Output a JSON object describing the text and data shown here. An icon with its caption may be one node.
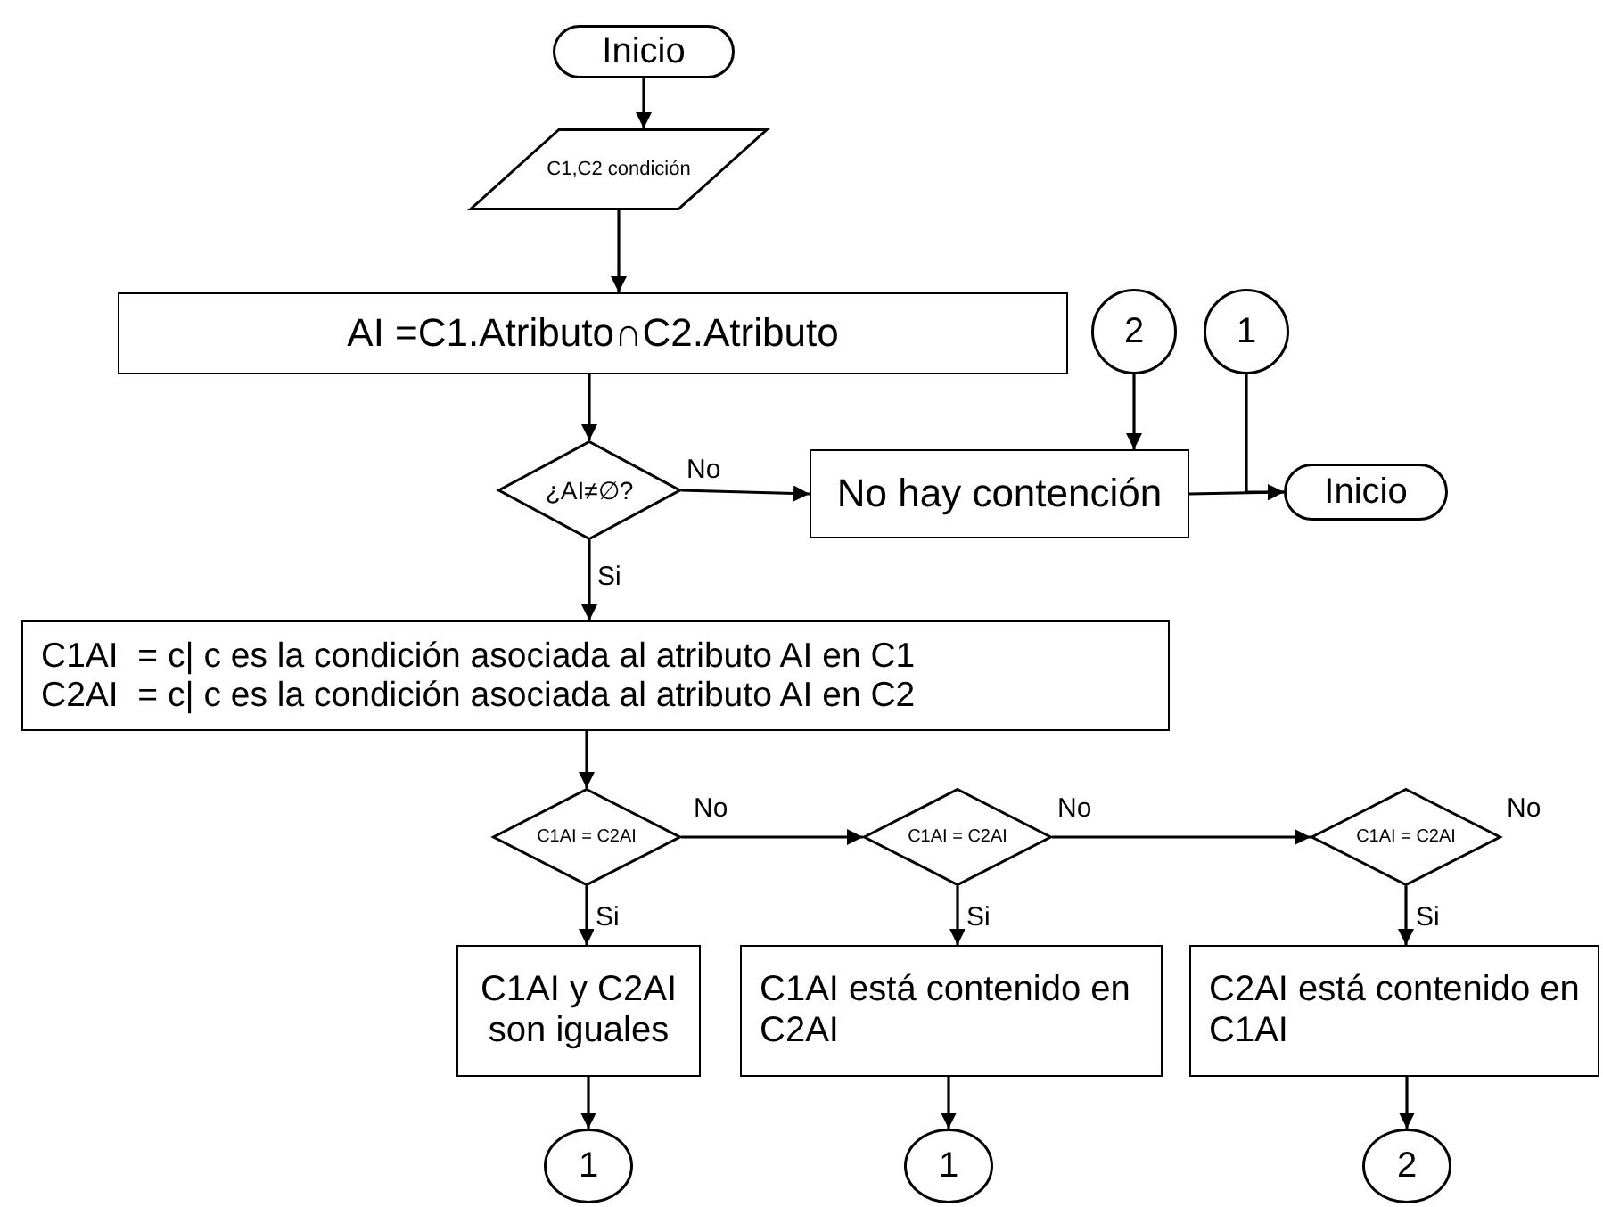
{
  "diagram": {
    "nodes": [
      {
        "text": [
          "Inicio"
        ]
      },
      {
        "text": [
          "C1,C2 condición"
        ]
      },
      {
        "text": [
          "AI =C1.Atributo∩C2.Atributo"
        ]
      },
      {
        "text": [
          "¿AI≠∅?"
        ]
      },
      {
        "text": [
          "No hay contención"
        ]
      },
      {
        "text": [
          "2"
        ]
      },
      {
        "text": [
          "1"
        ]
      },
      {
        "text": [
          "Inicio"
        ]
      },
      {
        "text": [
          "C1AI  = c| c es la condición asociada al atributo AI en C1",
          "C2AI  = c| c es la condición asociada al atributo AI en C2"
        ]
      },
      {
        "text": [
          "C1AI = C2AI"
        ]
      },
      {
        "text": [
          "C1AI = C2AI"
        ]
      },
      {
        "text": [
          "C1AI = C2AI"
        ],
        "beside": [
          "No"
        ]
      },
      {
        "text": [
          "C1AI y C2AI son iguales"
        ]
      },
      {
        "text": [
          "C1AI está contenido en C2AI"
        ]
      },
      {
        "text": [
          "C2AI está contenido en C1AI"
        ]
      },
      {
        "text": [
          "1"
        ]
      },
      {
        "text": [
          "1"
        ]
      },
      {
        "text": [
          "2"
        ]
      }
    ],
    "edges": [
      {
        "from": 0,
        "to": 1,
        "arrow": "to"
      },
      {
        "from": 1,
        "to": 2,
        "arrow": "to"
      },
      {
        "from": 2,
        "to": 3,
        "arrow": "to"
      },
      {
        "from": 3,
        "to": 4,
        "arrow": "to",
        "label": "No"
      },
      {
        "from": 3,
        "to": 8,
        "arrow": "to",
        "label": "Si"
      },
      {
        "from": 5,
        "to": 4,
        "arrow": "to"
      },
      {
        "from": 4,
        "to": 7,
        "arrow": "to"
      },
      {
        "from": 6,
        "to": 7,
        "arrow": "to"
      },
      {
        "from": 8,
        "to": 9,
        "arrow": "to"
      },
      {
        "from": 9,
        "to": 10,
        "arrow": "to",
        "label": "No"
      },
      {
        "from": 10,
        "to": 11,
        "arrow": "to",
        "label": "No"
      },
      {
        "from": 9,
        "to": 12,
        "arrow": "to",
        "label": "Si"
      },
      {
        "from": 10,
        "to": 13,
        "arrow": "to",
        "label": "Si"
      },
      {
        "from": 11,
        "to": 14,
        "arrow": "to",
        "label": "Si"
      },
      {
        "from": 12,
        "to": 15,
        "arrow": "to"
      },
      {
        "from": 13,
        "to": 16,
        "arrow": "to"
      },
      {
        "from": 14,
        "to": 17,
        "arrow": "to"
      }
    ]
  }
}
